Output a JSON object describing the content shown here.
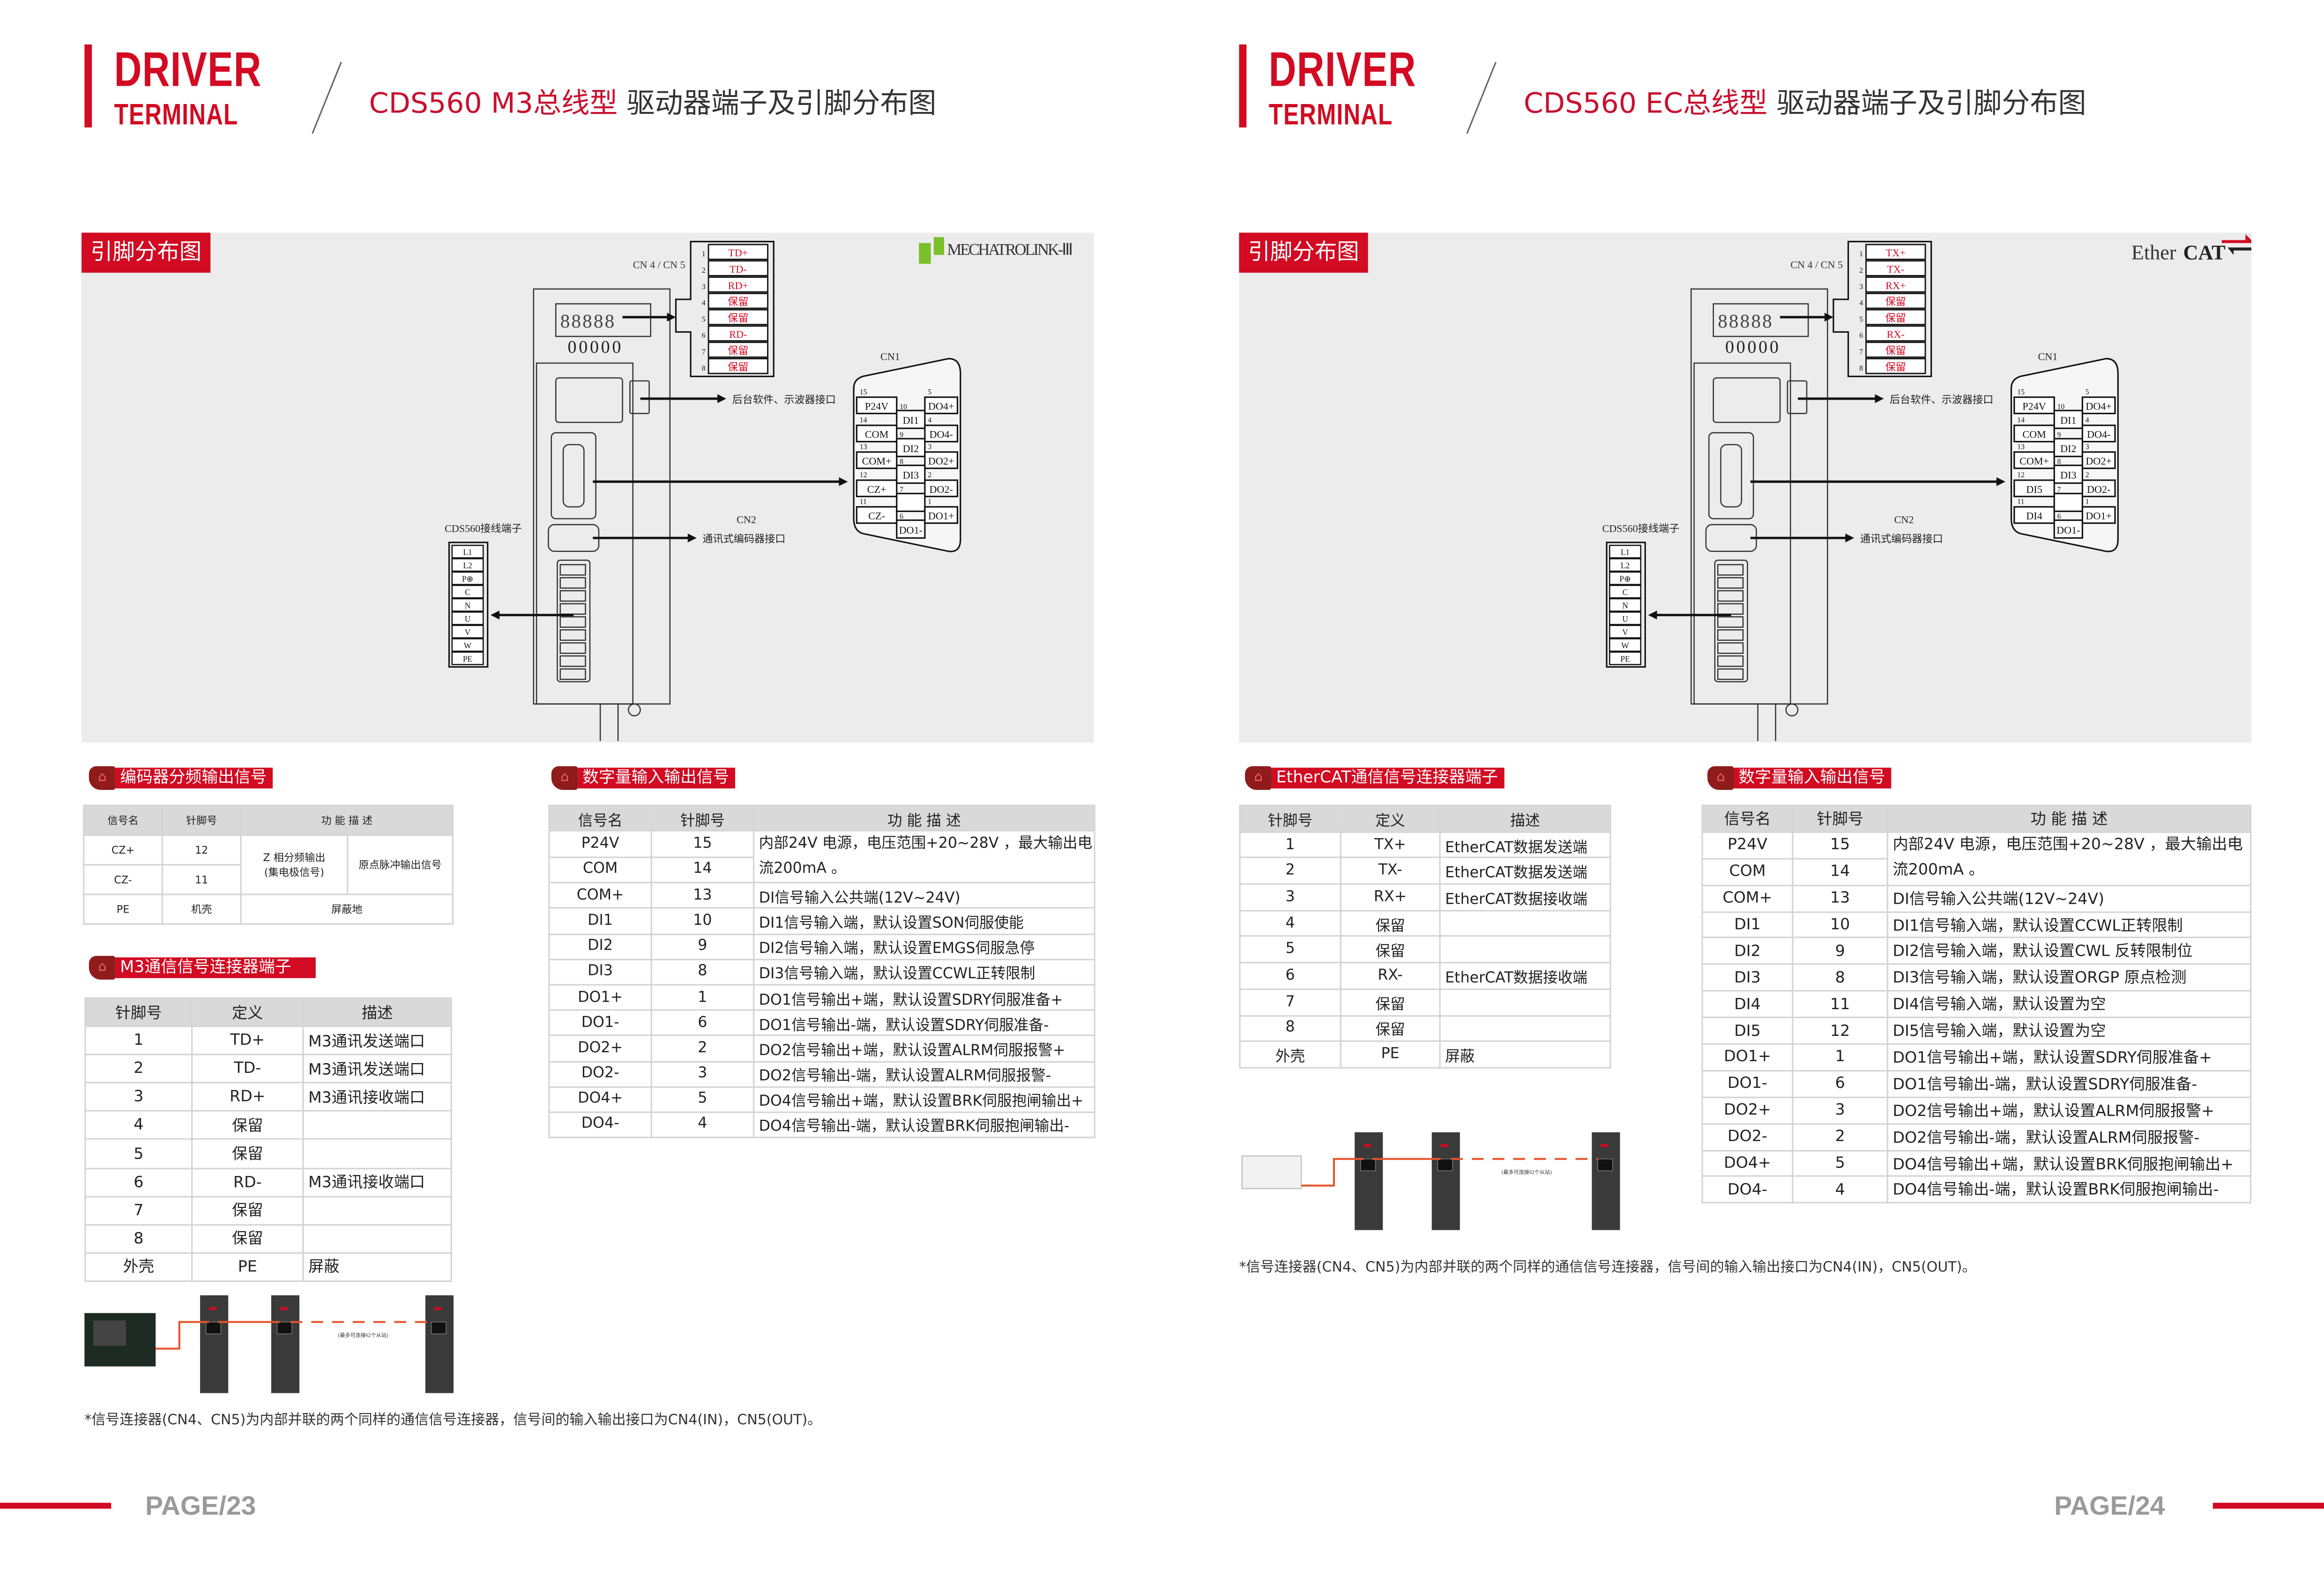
{
  "colors": {
    "brand_red": "#d20a22",
    "panel_gray": "#ececec",
    "header_gray": "#d9d9d9",
    "link_orange": "#e8532b"
  },
  "header": {
    "driver": "DRIVER",
    "terminal": "TERMINAL"
  },
  "pages": [
    {
      "title_red": "CDS560 M3总线型",
      "title_rest": " 驱动器端子及引脚分布图",
      "panel_label": "引脚分布图",
      "logo": "MECHATROLINK-Ⅲ",
      "page_number": "PAGE/23"
    },
    {
      "title_red": "CDS560 EC总线型",
      "title_rest": " 驱动器端子及引脚分布图",
      "panel_label": "引脚分布图",
      "logo": "EtherCAT",
      "page_number": "PAGE/24"
    }
  ],
  "diagrams": [
    {
      "cn45_title": "CN 4 / CN 5",
      "cn45_pins": [
        "TD+",
        "TD-",
        "RD+",
        "保留",
        "保留",
        "RD-",
        "保留",
        "保留"
      ],
      "usb_label": "后台软件、示波器接口",
      "cn1_title": "CN1",
      "cn1_left": [
        [
          "15",
          "P24V"
        ],
        [
          "14",
          "COM"
        ],
        [
          "13",
          "COM+"
        ],
        [
          "12",
          "CZ+"
        ],
        [
          "11",
          "CZ-"
        ]
      ],
      "cn1_mid": [
        [
          "10",
          "DI1"
        ],
        [
          "9",
          "DI2"
        ],
        [
          "8",
          "DI3"
        ],
        [
          "7",
          ""
        ],
        [
          "6",
          "DO1-"
        ]
      ],
      "cn1_right": [
        [
          "5",
          "DO4+"
        ],
        [
          "4",
          "DO4-"
        ],
        [
          "3",
          "DO2+"
        ],
        [
          "2",
          "DO2-"
        ],
        [
          "1",
          "DO1+"
        ]
      ],
      "cn2_title": "CN2",
      "cn2_label": "通讯式编码器接口",
      "power_title": "CDS560接线端子",
      "power_pins": [
        "L1",
        "L2",
        "P⊕",
        "C",
        "N",
        "U",
        "V",
        "W",
        "PE"
      ],
      "display": "00000"
    },
    {
      "cn45_title": "CN 4 / CN 5",
      "cn45_pins": [
        "TX+",
        "TX-",
        "RX+",
        "保留",
        "保留",
        "RX-",
        "保留",
        "保留"
      ],
      "usb_label": "后台软件、示波器接口",
      "cn1_title": "CN1",
      "cn1_left": [
        [
          "15",
          "P24V"
        ],
        [
          "14",
          "COM"
        ],
        [
          "13",
          "COM+"
        ],
        [
          "12",
          "DI5"
        ],
        [
          "11",
          "DI4"
        ]
      ],
      "cn1_mid": [
        [
          "10",
          "DI1"
        ],
        [
          "9",
          "DI2"
        ],
        [
          "8",
          "DI3"
        ],
        [
          "7",
          ""
        ],
        [
          "6",
          "DO1-"
        ]
      ],
      "cn1_right": [
        [
          "5",
          "DO4+"
        ],
        [
          "4",
          "DO4-"
        ],
        [
          "3",
          "DO2+"
        ],
        [
          "2",
          "DO2-"
        ],
        [
          "1",
          "DO1+"
        ]
      ],
      "cn2_title": "CN2",
      "cn2_label": "通讯式编码器接口",
      "power_title": "CDS560接线端子",
      "power_pins": [
        "L1",
        "L2",
        "P⊕",
        "C",
        "N",
        "U",
        "V",
        "W",
        "PE"
      ],
      "display": "00000"
    }
  ],
  "encoder": {
    "label": "编码器分频输出信号",
    "headers": [
      "信号名",
      "针脚号",
      "功 能 描 述",
      "<"
    ],
    "rows": [
      [
        "CZ+",
        "12",
        "Z 相分频输出\n(集电极信号)",
        "原点脉冲输出信号"
      ],
      [
        "CZ-",
        "11",
        null,
        null
      ],
      [
        "PE",
        "机壳",
        "屏蔽地",
        "<"
      ]
    ]
  },
  "m3": {
    "label": "M3通信信号连接器端子",
    "headers": [
      "针脚号",
      "定义",
      "描述"
    ],
    "rows": [
      [
        "1",
        "TD+",
        "M3通讯发送端口"
      ],
      [
        "2",
        "TD-",
        "M3通讯发送端口"
      ],
      [
        "3",
        "RD+",
        "M3通讯接收端口"
      ],
      [
        "4",
        "保留",
        ""
      ],
      [
        "5",
        "保留",
        ""
      ],
      [
        "6",
        "RD-",
        "M3通讯接收端口"
      ],
      [
        "7",
        "保留",
        ""
      ],
      [
        "8",
        "保留",
        ""
      ],
      [
        "外壳",
        "PE",
        "屏蔽"
      ]
    ]
  },
  "dio_m3": {
    "label": "数字量输入输出信号",
    "headers": [
      "信号名",
      "针脚号",
      "功 能 描 述"
    ],
    "rows": [
      [
        "P24V",
        "15",
        "内部24V 电源，电压范围+20~28V ，最大输出电\n流200mA 。"
      ],
      [
        "COM",
        "14",
        null
      ],
      [
        "COM+",
        "13",
        "DI信号输入公共端(12V~24V)"
      ],
      [
        "DI1",
        "10",
        "DI1信号输入端，默认设置SON伺服使能"
      ],
      [
        "DI2",
        "9",
        "DI2信号输入端，默认设置EMGS伺服急停"
      ],
      [
        "DI3",
        "8",
        "DI3信号输入端，默认设置CCWL正转限制"
      ],
      [
        "DO1+",
        "1",
        "DO1信号输出+端，默认设置SDRY伺服准备+"
      ],
      [
        "DO1-",
        "6",
        "DO1信号输出-端，默认设置SDRY伺服准备-"
      ],
      [
        "DO2+",
        "2",
        "DO2信号输出+端，默认设置ALRM伺服报警+"
      ],
      [
        "DO2-",
        "3",
        "DO2信号输出-端，默认设置ALRM伺服报警-"
      ],
      [
        "DO4+",
        "5",
        "DO4信号输出+端，默认设置BRK伺服抱闸输出+"
      ],
      [
        "DO4-",
        "4",
        "DO4信号输出-端，默认设置BRK伺服抱闸输出-"
      ]
    ]
  },
  "ecat": {
    "label": "EtherCAT通信信号连接器端子",
    "headers": [
      "针脚号",
      "定义",
      "描述"
    ],
    "rows": [
      [
        "1",
        "TX+",
        "EtherCAT数据发送端"
      ],
      [
        "2",
        "TX-",
        "EtherCAT数据发送端"
      ],
      [
        "3",
        "RX+",
        "EtherCAT数据接收端"
      ],
      [
        "4",
        "保留",
        ""
      ],
      [
        "5",
        "保留",
        ""
      ],
      [
        "6",
        "RX-",
        "EtherCAT数据接收端"
      ],
      [
        "7",
        "保留",
        ""
      ],
      [
        "8",
        "保留",
        ""
      ],
      [
        "外壳",
        "PE",
        "屏蔽"
      ]
    ]
  },
  "dio_ec": {
    "label": "数字量输入输出信号",
    "headers": [
      "信号名",
      "针脚号",
      "功 能 描 述"
    ],
    "rows": [
      [
        "P24V",
        "15",
        "内部24V 电源，电压范围+20~28V ，最大输出电\n流200mA 。"
      ],
      [
        "COM",
        "14",
        null
      ],
      [
        "COM+",
        "13",
        "DI信号输入公共端(12V~24V)"
      ],
      [
        "DI1",
        "10",
        "DI1信号输入端，默认设置CCWL正转限制"
      ],
      [
        "DI2",
        "9",
        "DI2信号输入端，默认设置CWL 反转限制位"
      ],
      [
        "DI3",
        "8",
        "DI3信号输入端，默认设置ORGP 原点检测"
      ],
      [
        "DI4",
        "11",
        "DI4信号输入端，默认设置为空"
      ],
      [
        "DI5",
        "12",
        "DI5信号输入端，默认设置为空"
      ],
      [
        "DO1+",
        "1",
        "DO1信号输出+端，默认设置SDRY伺服准备+"
      ],
      [
        "DO1-",
        "6",
        "DO1信号输出-端，默认设置SDRY伺服准备-"
      ],
      [
        "DO2+",
        "3",
        "DO2信号输出+端，默认设置ALRM伺服报警+"
      ],
      [
        "DO2-",
        "2",
        "DO2信号输出-端，默认设置ALRM伺服报警-"
      ],
      [
        "DO4+",
        "5",
        "DO4信号输出+端，默认设置BRK伺服抱闸输出+"
      ],
      [
        "DO4-",
        "4",
        "DO4信号输出-端，默认设置BRK伺服抱闸输出-"
      ]
    ]
  },
  "network": {
    "note": "(最多可连接62个从站)"
  },
  "footnote": "*信号连接器(CN4、CN5)为内部并联的两个同样的通信信号连接器，信号间的输入输出接口为CN4(IN)，CN5(OUT)。"
}
